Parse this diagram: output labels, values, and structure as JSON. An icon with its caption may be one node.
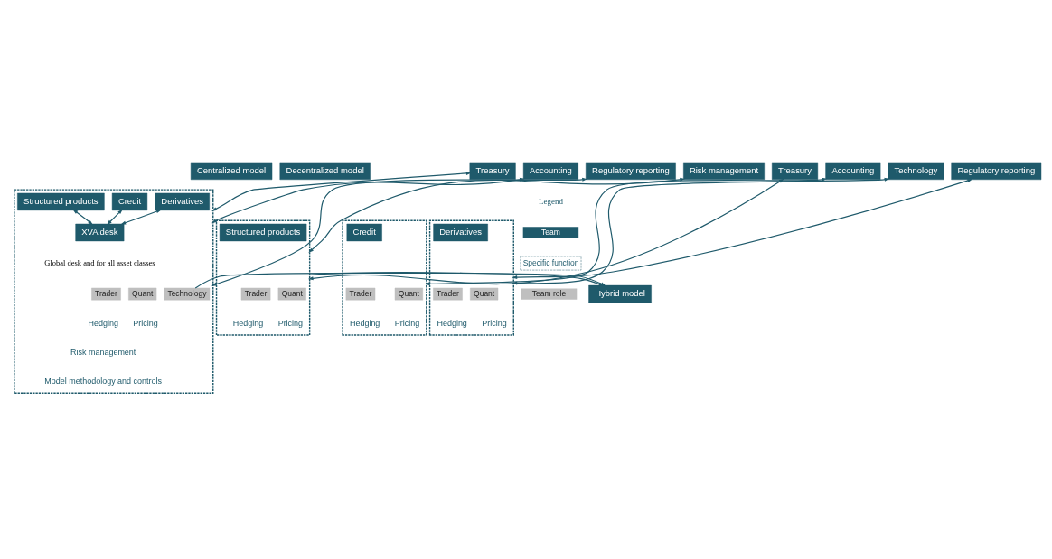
{
  "diagram": {
    "nodes": [
      {
        "text": [
          "Centralized model"
        ]
      },
      {
        "text": [],
        "shape": "box"
      },
      {
        "text": [
          "Structured products"
        ],
        "in": 1
      },
      {
        "text": [
          "Credit"
        ],
        "in": 1
      },
      {
        "text": [
          "Derivatives"
        ],
        "in": 1
      },
      {
        "text": [
          "XVA desk"
        ],
        "in": 1
      },
      {
        "text": [
          "Trader"
        ],
        "in": 1
      },
      {
        "text": [
          "Quant"
        ],
        "in": 1
      },
      {
        "text": [
          "Technology"
        ],
        "in": 1
      },
      {
        "text": [
          "Treasury"
        ]
      },
      {
        "text": [
          "Accounting"
        ]
      },
      {
        "text": [
          "Regulatory reporting"
        ]
      },
      {
        "text": [
          "Hybrid model"
        ]
      },
      {
        "text": [
          "Decentralized model"
        ]
      },
      {
        "text": [],
        "shape": "box"
      },
      {
        "text": [
          "Structured products"
        ],
        "in": 14
      },
      {
        "text": [
          "Trader"
        ],
        "in": 14
      },
      {
        "text": [
          "Quant"
        ],
        "in": 14
      },
      {
        "text": [],
        "shape": "box"
      },
      {
        "text": [
          "Credit"
        ],
        "in": 18
      },
      {
        "text": [
          "Trader"
        ],
        "in": 18
      },
      {
        "text": [
          "Quant"
        ],
        "in": 18
      },
      {
        "text": [],
        "shape": "box"
      },
      {
        "text": [
          "Derivatives"
        ],
        "in": 22
      },
      {
        "text": [
          "Trader"
        ],
        "in": 22
      },
      {
        "text": [
          "Quant"
        ],
        "in": 22
      },
      {
        "text": [
          "Risk management"
        ]
      },
      {
        "text": [
          "Treasury"
        ]
      },
      {
        "text": [
          "Accounting"
        ]
      },
      {
        "text": [
          "Technology"
        ]
      },
      {
        "text": [
          "Regulatory reporting"
        ]
      }
    ],
    "edges": [
      {
        "from": 2,
        "to": 5,
        "arrow": "both"
      },
      {
        "from": 3,
        "to": 5,
        "arrow": "both"
      },
      {
        "from": 4,
        "to": 5,
        "arrow": "both"
      },
      {
        "from": 1,
        "to": 9,
        "arrow": "both"
      },
      {
        "from": 1,
        "to": 10,
        "arrow": "both"
      },
      {
        "from": 1,
        "to": 11,
        "arrow": "both"
      },
      {
        "from": 8,
        "to": 12,
        "arrow": "to"
      },
      {
        "from": 14,
        "to": 12,
        "arrow": "to"
      },
      {
        "from": 14,
        "to": 26,
        "arrow": "both"
      },
      {
        "from": 14,
        "to": 27,
        "arrow": "both"
      },
      {
        "from": 18,
        "to": 28,
        "arrow": "both"
      },
      {
        "from": 22,
        "to": 29,
        "arrow": "both"
      },
      {
        "from": 22,
        "to": 30,
        "arrow": "both"
      }
    ],
    "labels": [
      "Global desk and for all asset classes",
      "Hedging",
      "Pricing",
      "Risk management",
      "Model methodology and controls",
      "Hedging",
      "Pricing",
      "Hedging",
      "Pricing",
      "Hedging",
      "Pricing",
      "Legend"
    ],
    "legend": [
      {
        "text": "Team",
        "color": "#1f5a6b"
      },
      {
        "text": "Specific function"
      },
      {
        "text": "Team role",
        "color": "#bfbfbf"
      }
    ]
  }
}
